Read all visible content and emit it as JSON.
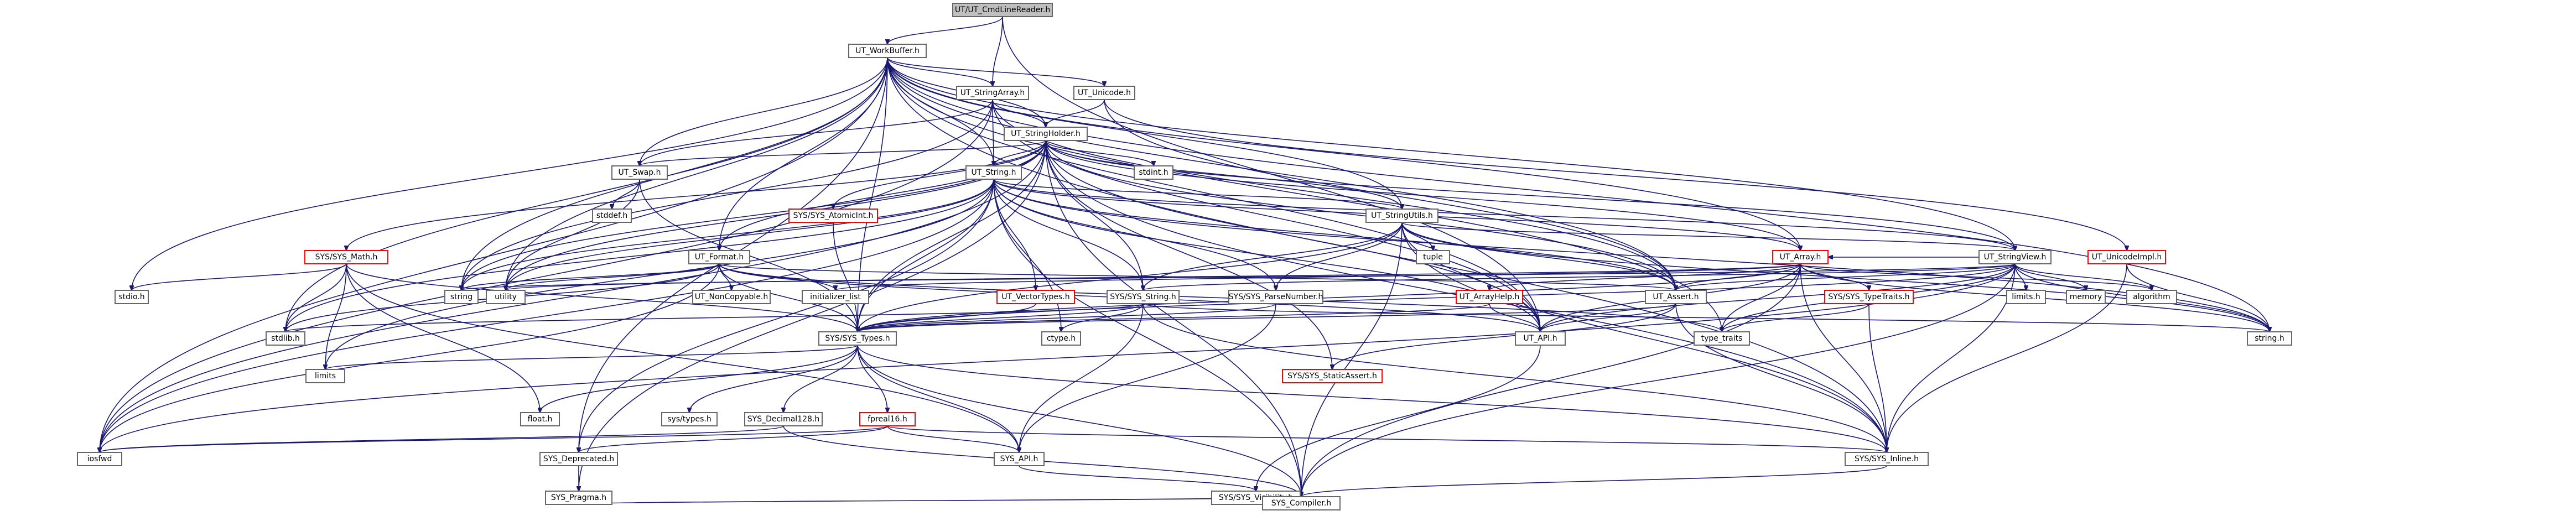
{
  "colors": {
    "edge": "#191970",
    "border": "#666666",
    "root_fill": "#bfbfbf",
    "truncated_border": "#ff0000"
  },
  "nodes": [
    {
      "id": "UT_CmdLineReader",
      "label": "UT/UT_CmdLineReader.h",
      "root": true
    },
    {
      "id": "UT_WorkBuffer",
      "label": "UT_WorkBuffer.h"
    },
    {
      "id": "UT_StringArray",
      "label": "UT_StringArray.h"
    },
    {
      "id": "UT_Unicode",
      "label": "UT_Unicode.h"
    },
    {
      "id": "UT_StringHolder",
      "label": "UT_StringHolder.h"
    },
    {
      "id": "UT_Swap",
      "label": "UT_Swap.h"
    },
    {
      "id": "UT_String",
      "label": "UT_String.h"
    },
    {
      "id": "SYS_AtomicInt",
      "label": "SYS/SYS_AtomicInt.h",
      "trunc": true
    },
    {
      "id": "stdint",
      "label": "stdint.h"
    },
    {
      "id": "UT_StringUtils",
      "label": "UT_StringUtils.h"
    },
    {
      "id": "UT_Array",
      "label": "UT_Array.h",
      "trunc": true
    },
    {
      "id": "UT_UnicodeImpl",
      "label": "UT_UnicodeImpl.h",
      "trunc": true
    },
    {
      "id": "UT_StringView",
      "label": "UT_StringView.h"
    },
    {
      "id": "stddef",
      "label": "stddef.h"
    },
    {
      "id": "UT_Format",
      "label": "UT_Format.h"
    },
    {
      "id": "tuple",
      "label": "tuple"
    },
    {
      "id": "SYS_Math",
      "label": "SYS/SYS_Math.h",
      "trunc": true
    },
    {
      "id": "string",
      "label": "string"
    },
    {
      "id": "utility",
      "label": "utility"
    },
    {
      "id": "UT_NonCopyable",
      "label": "UT_NonCopyable.h"
    },
    {
      "id": "initializer_list",
      "label": "initializer_list"
    },
    {
      "id": "UT_VectorTypes",
      "label": "UT_VectorTypes.h",
      "trunc": true
    },
    {
      "id": "SYS_String",
      "label": "SYS/SYS_String.h"
    },
    {
      "id": "SYS_ParseNumber",
      "label": "SYS/SYS_ParseNumber.h"
    },
    {
      "id": "UT_ArrayHelp",
      "label": "UT_ArrayHelp.h",
      "trunc": true
    },
    {
      "id": "UT_Assert",
      "label": "UT_Assert.h"
    },
    {
      "id": "SYS_TypeTraits",
      "label": "SYS/SYS_TypeTraits.h",
      "trunc": true
    },
    {
      "id": "limits_h",
      "label": "limits.h"
    },
    {
      "id": "memory",
      "label": "memory"
    },
    {
      "id": "algorithm",
      "label": "algorithm"
    },
    {
      "id": "stdio",
      "label": "stdio.h"
    },
    {
      "id": "stdlib",
      "label": "stdlib.h"
    },
    {
      "id": "SYS_Types",
      "label": "SYS/SYS_Types.h"
    },
    {
      "id": "ctype",
      "label": "ctype.h"
    },
    {
      "id": "UT_API",
      "label": "UT_API.h"
    },
    {
      "id": "type_traits",
      "label": "type_traits"
    },
    {
      "id": "string_h",
      "label": "string.h"
    },
    {
      "id": "SYS_StaticAssert",
      "label": "SYS/SYS_StaticAssert.h",
      "trunc": true
    },
    {
      "id": "limits",
      "label": "limits"
    },
    {
      "id": "float",
      "label": "float.h"
    },
    {
      "id": "systypes",
      "label": "sys/types.h"
    },
    {
      "id": "SYS_Decimal128",
      "label": "SYS_Decimal128.h"
    },
    {
      "id": "fpreal16",
      "label": "fpreal16.h",
      "trunc": true
    },
    {
      "id": "iosfwd",
      "label": "iosfwd"
    },
    {
      "id": "SYS_Deprecated",
      "label": "SYS_Deprecated.h"
    },
    {
      "id": "SYS_API",
      "label": "SYS_API.h"
    },
    {
      "id": "SYS_Inline",
      "label": "SYS/SYS_Inline.h"
    },
    {
      "id": "SYS_Pragma",
      "label": "SYS_Pragma.h"
    },
    {
      "id": "SYS_Visibility",
      "label": "SYS/SYS_Visibility.h"
    },
    {
      "id": "SYS_Compiler",
      "label": "SYS_Compiler.h"
    }
  ],
  "edges": [
    [
      "UT_CmdLineReader",
      "UT_WorkBuffer"
    ],
    [
      "UT_CmdLineReader",
      "UT_StringArray"
    ],
    [
      "UT_CmdLineReader",
      "UT_API"
    ],
    [
      "UT_WorkBuffer",
      "UT_StringArray"
    ],
    [
      "UT_WorkBuffer",
      "UT_Unicode"
    ],
    [
      "UT_WorkBuffer",
      "UT_StringHolder"
    ],
    [
      "UT_WorkBuffer",
      "UT_Swap"
    ],
    [
      "UT_WorkBuffer",
      "UT_String"
    ],
    [
      "UT_WorkBuffer",
      "UT_StringUtils"
    ],
    [
      "UT_WorkBuffer",
      "UT_StringView"
    ],
    [
      "UT_WorkBuffer",
      "UT_Format"
    ],
    [
      "UT_WorkBuffer",
      "UT_Assert"
    ],
    [
      "UT_WorkBuffer",
      "UT_API"
    ],
    [
      "UT_WorkBuffer",
      "SYS_Types"
    ],
    [
      "UT_WorkBuffer",
      "SYS_Inline"
    ],
    [
      "UT_WorkBuffer",
      "string"
    ],
    [
      "UT_WorkBuffer",
      "utility"
    ],
    [
      "UT_WorkBuffer",
      "stdio"
    ],
    [
      "UT_WorkBuffer",
      "stdlib"
    ],
    [
      "UT_WorkBuffer",
      "string_h"
    ],
    [
      "UT_WorkBuffer",
      "iosfwd"
    ],
    [
      "UT_WorkBuffer",
      "SYS_Deprecated"
    ],
    [
      "UT_WorkBuffer",
      "type_traits"
    ],
    [
      "UT_WorkBuffer",
      "UT_Array"
    ],
    [
      "UT_StringArray",
      "UT_StringHolder"
    ],
    [
      "UT_StringArray",
      "UT_String"
    ],
    [
      "UT_StringArray",
      "UT_Swap"
    ],
    [
      "UT_StringArray",
      "UT_Assert"
    ],
    [
      "UT_StringArray",
      "UT_API"
    ],
    [
      "UT_StringArray",
      "iosfwd"
    ],
    [
      "UT_StringArray",
      "string"
    ],
    [
      "UT_Unicode",
      "UT_StringHolder"
    ],
    [
      "UT_Unicode",
      "UT_Assert"
    ],
    [
      "UT_Unicode",
      "UT_UnicodeImpl"
    ],
    [
      "UT_StringHolder",
      "UT_String"
    ],
    [
      "UT_StringHolder",
      "UT_Swap"
    ],
    [
      "UT_StringHolder",
      "UT_StringUtils"
    ],
    [
      "UT_StringHolder",
      "UT_StringView"
    ],
    [
      "UT_StringHolder",
      "UT_Format"
    ],
    [
      "UT_StringHolder",
      "UT_Assert"
    ],
    [
      "UT_StringHolder",
      "UT_API"
    ],
    [
      "UT_StringHolder",
      "SYS_AtomicInt"
    ],
    [
      "UT_StringHolder",
      "SYS_Types"
    ],
    [
      "UT_StringHolder",
      "SYS_Inline"
    ],
    [
      "UT_StringHolder",
      "SYS_Compiler"
    ],
    [
      "UT_StringHolder",
      "SYS_StaticAssert"
    ],
    [
      "UT_StringHolder",
      "SYS_String"
    ],
    [
      "UT_StringHolder",
      "SYS_Math"
    ],
    [
      "UT_StringHolder",
      "stdint"
    ],
    [
      "UT_StringHolder",
      "string"
    ],
    [
      "UT_StringHolder",
      "utility"
    ],
    [
      "UT_StringHolder",
      "iosfwd"
    ],
    [
      "UT_StringHolder",
      "UT_Array"
    ],
    [
      "UT_StringHolder",
      "SYS_Pragma"
    ],
    [
      "UT_Swap",
      "stddef"
    ],
    [
      "UT_Swap",
      "utility"
    ],
    [
      "UT_Swap",
      "SYS_Types"
    ],
    [
      "UT_String",
      "UT_StringUtils"
    ],
    [
      "UT_String",
      "UT_StringView"
    ],
    [
      "UT_String",
      "UT_Assert"
    ],
    [
      "UT_String",
      "UT_API"
    ],
    [
      "UT_String",
      "UT_VectorTypes"
    ],
    [
      "UT_String",
      "SYS_String"
    ],
    [
      "UT_String",
      "SYS_ParseNumber"
    ],
    [
      "UT_String",
      "SYS_Types"
    ],
    [
      "UT_String",
      "SYS_Compiler"
    ],
    [
      "UT_String",
      "SYS_Deprecated"
    ],
    [
      "UT_String",
      "ctype"
    ],
    [
      "UT_String",
      "string_h"
    ],
    [
      "UT_String",
      "stdlib"
    ],
    [
      "UT_String",
      "string"
    ],
    [
      "UT_String",
      "utility"
    ],
    [
      "UT_String",
      "iosfwd"
    ],
    [
      "UT_String",
      "UT_Array"
    ],
    [
      "UT_String",
      "limits"
    ],
    [
      "SYS_AtomicInt",
      "SYS_Types"
    ],
    [
      "UT_StringUtils",
      "UT_Assert"
    ],
    [
      "UT_StringUtils",
      "UT_API"
    ],
    [
      "UT_StringUtils",
      "UT_StringView"
    ],
    [
      "UT_StringUtils",
      "SYS_Types"
    ],
    [
      "UT_StringUtils",
      "SYS_String"
    ],
    [
      "UT_StringUtils",
      "SYS_ParseNumber"
    ],
    [
      "UT_StringUtils",
      "SYS_Inline"
    ],
    [
      "UT_StringUtils",
      "SYS_Compiler"
    ],
    [
      "UT_StringUtils",
      "tuple"
    ],
    [
      "UT_StringUtils",
      "string_h"
    ],
    [
      "UT_Array",
      "UT_ArrayHelp"
    ],
    [
      "UT_Array",
      "UT_Assert"
    ],
    [
      "UT_Array",
      "UT_API"
    ],
    [
      "UT_Array",
      "SYS_Compiler"
    ],
    [
      "UT_Array",
      "SYS_Types"
    ],
    [
      "UT_Array",
      "SYS_TypeTraits"
    ],
    [
      "UT_Array",
      "SYS_Inline"
    ],
    [
      "UT_Array",
      "algorithm"
    ],
    [
      "UT_Array",
      "initializer_list"
    ],
    [
      "UT_Array",
      "type_traits"
    ],
    [
      "UT_Array",
      "string_h"
    ],
    [
      "UT_Array",
      "utility"
    ],
    [
      "UT_UnicodeImpl",
      "string_h"
    ],
    [
      "UT_UnicodeImpl",
      "SYS_Inline"
    ],
    [
      "UT_StringView",
      "UT_API"
    ],
    [
      "UT_StringView",
      "UT_Assert"
    ],
    [
      "UT_StringView",
      "UT_Array"
    ],
    [
      "UT_StringView",
      "SYS_Compiler"
    ],
    [
      "UT_StringView",
      "SYS_Inline"
    ],
    [
      "UT_StringView",
      "SYS_String"
    ],
    [
      "UT_StringView",
      "SYS_Types"
    ],
    [
      "UT_StringView",
      "limits_h"
    ],
    [
      "UT_StringView",
      "memory"
    ],
    [
      "UT_StringView",
      "algorithm"
    ],
    [
      "UT_StringView",
      "string"
    ],
    [
      "UT_StringView",
      "string_h"
    ],
    [
      "UT_StringView",
      "type_traits"
    ],
    [
      "UT_StringView",
      "iosfwd"
    ],
    [
      "UT_Format",
      "UT_API"
    ],
    [
      "UT_Format",
      "UT_Assert"
    ],
    [
      "UT_Format",
      "UT_NonCopyable"
    ],
    [
      "UT_Format",
      "SYS_Types"
    ],
    [
      "UT_Format",
      "initializer_list"
    ],
    [
      "UT_Format",
      "iosfwd"
    ],
    [
      "UT_Format",
      "string"
    ],
    [
      "UT_Format",
      "type_traits"
    ],
    [
      "UT_Format",
      "utility"
    ],
    [
      "UT_Format",
      "stdlib"
    ],
    [
      "SYS_Math",
      "SYS_Types"
    ],
    [
      "SYS_Math",
      "float"
    ],
    [
      "SYS_Math",
      "limits"
    ],
    [
      "SYS_Math",
      "stdio"
    ],
    [
      "SYS_Math",
      "stdlib"
    ],
    [
      "SYS_Math",
      "SYS_API"
    ],
    [
      "UT_VectorTypes",
      "SYS_Types"
    ],
    [
      "SYS_String",
      "SYS_Types"
    ],
    [
      "SYS_String",
      "SYS_Inline"
    ],
    [
      "SYS_String",
      "SYS_API"
    ],
    [
      "SYS_String",
      "ctype"
    ],
    [
      "SYS_String",
      "string_h"
    ],
    [
      "SYS_String",
      "stdlib"
    ],
    [
      "SYS_ParseNumber",
      "SYS_Types"
    ],
    [
      "SYS_ParseNumber",
      "SYS_API"
    ],
    [
      "UT_ArrayHelp",
      "SYS_Types"
    ],
    [
      "UT_ArrayHelp",
      "UT_API"
    ],
    [
      "UT_Assert",
      "UT_API"
    ],
    [
      "UT_Assert",
      "SYS_Inline"
    ],
    [
      "UT_Assert",
      "SYS_Types"
    ],
    [
      "UT_Assert",
      "SYS_StaticAssert"
    ],
    [
      "SYS_TypeTraits",
      "type_traits"
    ],
    [
      "SYS_TypeTraits",
      "SYS_Inline"
    ],
    [
      "SYS_Types",
      "limits"
    ],
    [
      "SYS_Types",
      "float"
    ],
    [
      "SYS_Types",
      "systypes"
    ],
    [
      "SYS_Types",
      "SYS_Decimal128"
    ],
    [
      "SYS_Types",
      "fpreal16"
    ],
    [
      "SYS_Types",
      "SYS_API"
    ],
    [
      "SYS_Types",
      "SYS_Inline"
    ],
    [
      "SYS_Types",
      "SYS_Compiler"
    ],
    [
      "SYS_Decimal128",
      "SYS_Compiler"
    ],
    [
      "SYS_Decimal128",
      "iosfwd"
    ],
    [
      "fpreal16",
      "SYS_API"
    ],
    [
      "fpreal16",
      "SYS_Deprecated"
    ],
    [
      "fpreal16",
      "SYS_Inline"
    ],
    [
      "fpreal16",
      "iosfwd"
    ],
    [
      "UT_API",
      "SYS_Visibility"
    ],
    [
      "SYS_API",
      "SYS_Visibility"
    ],
    [
      "SYS_Deprecated",
      "SYS_Pragma"
    ],
    [
      "SYS_Pragma",
      "SYS_Compiler"
    ],
    [
      "SYS_Visibility",
      "SYS_Compiler"
    ],
    [
      "SYS_Inline",
      "SYS_Compiler"
    ]
  ]
}
